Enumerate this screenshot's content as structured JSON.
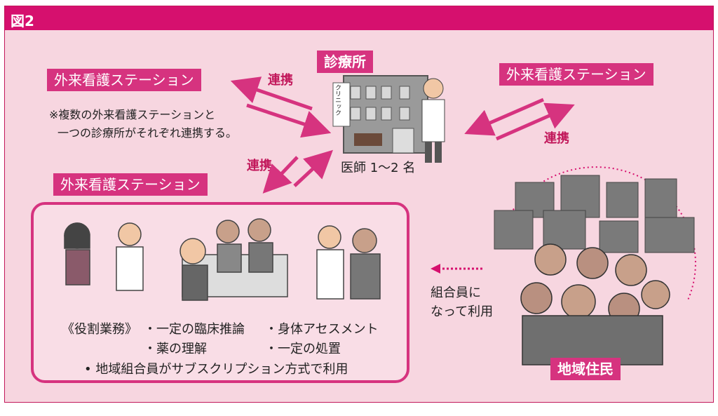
{
  "header": {
    "title": "図2"
  },
  "stations": [
    {
      "label": "外来看護ステーション"
    },
    {
      "label": "外来看護ステーション"
    },
    {
      "label": "外来看護ステーション"
    }
  ],
  "clinic": {
    "label": "診療所",
    "sign": "クリニック",
    "doctors": "医師 1〜2 名"
  },
  "note": {
    "line1": "※複数の外来看護ステーションと",
    "line2": "一つの診療所がそれぞれ連携する。"
  },
  "links": {
    "a": "連携",
    "b": "連携",
    "c": "連携"
  },
  "roles": {
    "heading": "《役割業務》",
    "items": [
      "・一定の臨床推論",
      "・身体アセスメント",
      "・薬の理解",
      "・一定の処置"
    ],
    "footer": "• 地域組合員がサブスクリプション方式で利用"
  },
  "residents": {
    "label": "地域住民",
    "use_line1": "組合員に",
    "use_line2": "なって利用"
  },
  "colors": {
    "accent": "#d6106e",
    "label_bg": "#d6337f",
    "panel": "#f7d6e0"
  }
}
